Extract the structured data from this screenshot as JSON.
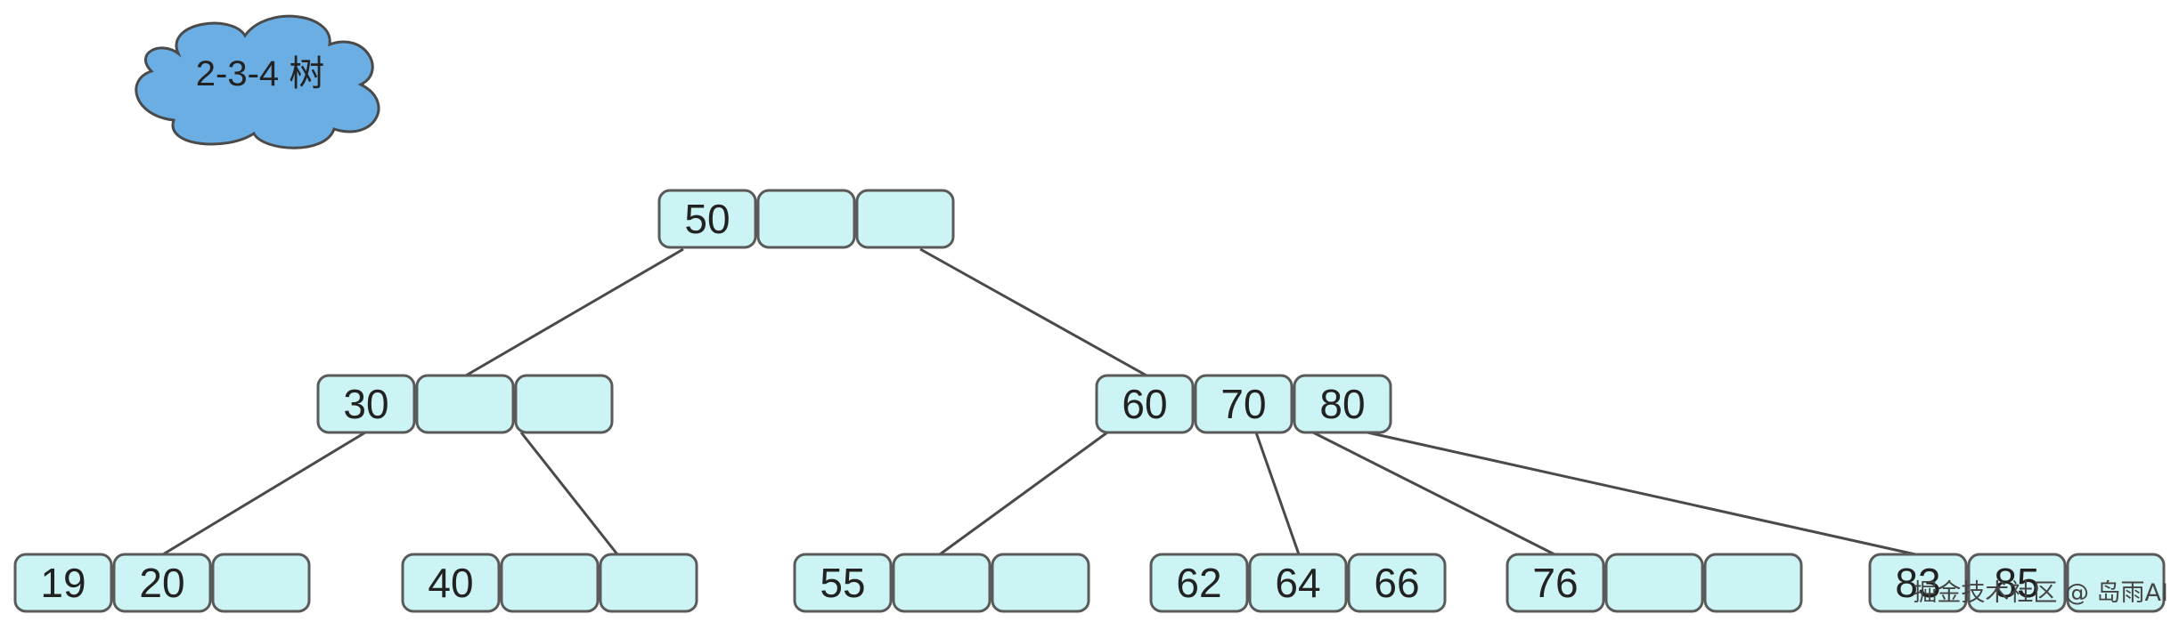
{
  "title": "2-3-4 树",
  "watermark": "掘金技术社区 @ 岛雨AI",
  "colors": {
    "cell_fill": "#cdf4f4",
    "cell_stroke": "#5a5a5a",
    "edge": "#4a4a4a",
    "cloud_fill": "#6aaee4",
    "cloud_stroke": "#4a4a4a",
    "text": "#222222"
  },
  "tree": {
    "nodes": [
      {
        "id": "root",
        "keys": [
          "50",
          "",
          ""
        ]
      },
      {
        "id": "n30",
        "keys": [
          "30",
          "",
          ""
        ]
      },
      {
        "id": "n60",
        "keys": [
          "60",
          "70",
          "80"
        ]
      },
      {
        "id": "l1",
        "keys": [
          "19",
          "20",
          ""
        ]
      },
      {
        "id": "l2",
        "keys": [
          "40",
          "",
          ""
        ]
      },
      {
        "id": "l3",
        "keys": [
          "55",
          "",
          ""
        ]
      },
      {
        "id": "l4",
        "keys": [
          "62",
          "64",
          "66"
        ]
      },
      {
        "id": "l5",
        "keys": [
          "76",
          "",
          ""
        ]
      },
      {
        "id": "l6",
        "keys": [
          "83",
          "85",
          ""
        ]
      }
    ],
    "edges": [
      {
        "from": "root",
        "to": "n30"
      },
      {
        "from": "root",
        "to": "n60"
      },
      {
        "from": "n30",
        "to": "l1"
      },
      {
        "from": "n30",
        "to": "l2"
      },
      {
        "from": "n60",
        "to": "l3"
      },
      {
        "from": "n60",
        "to": "l4"
      },
      {
        "from": "n60",
        "to": "l5"
      },
      {
        "from": "n60",
        "to": "l6"
      }
    ]
  }
}
